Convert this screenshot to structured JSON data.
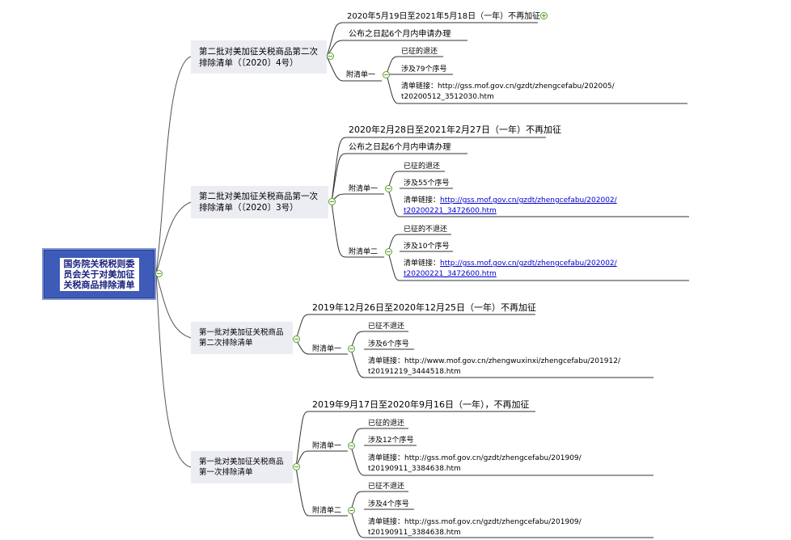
{
  "root": {
    "title": "国务院关税税则委员会关于对美加征关税商品排除清单"
  },
  "branches": [
    {
      "title": "第二批对美加征关税商品第二次排除清单（〔2020〕4号）",
      "period": "2020年5月19日至2021年5月18日（一年）不再加征",
      "apply": "公布之日起6个月内申请办理",
      "lists": [
        {
          "label": "附清单一",
          "refund": "已征的退还",
          "items": "涉及79个序号",
          "link_prefix": "清单链接：",
          "link_1": "http://gss.mof.gov.cn/gzdt/zhengcefabu/202005/",
          "link_2": "t20200512_3512030.htm"
        }
      ]
    },
    {
      "title": "第二批对美加征关税商品第一次排除清单（〔2020〕3号）",
      "period": "2020年2月28日至2021年2月27日（一年）不再加征",
      "apply": "公布之日起6个月内申请办理",
      "lists": [
        {
          "label": "附清单一",
          "refund": "已征的退还",
          "items": "涉及55个序号",
          "link_prefix": "清单链接：",
          "link_1": "http://gss.mof.gov.cn/gzdt/zhengcefabu/202002/",
          "link_2": "t20200221_3472600.htm"
        },
        {
          "label": "附清单二",
          "refund": "已征的不退还",
          "items": "涉及10个序号",
          "link_prefix": "清单链接：",
          "link_1": "http://gss.mof.gov.cn/gzdt/zhengcefabu/202002/",
          "link_2": "t20200221_3472600.htm"
        }
      ]
    },
    {
      "title": "第一批对美加征关税商品第二次排除清单",
      "period": "2019年12月26日至2020年12月25日（一年）不再加征",
      "lists": [
        {
          "label": "附清单一",
          "refund": "已征不退还",
          "items": "涉及6个序号",
          "link_prefix": "清单链接：",
          "link_1": "http://www.mof.gov.cn/zhengwuxinxi/zhengcefabu/201912/",
          "link_2": "t20191219_3444518.htm"
        }
      ]
    },
    {
      "title": "第一批对美加征关税商品第一次排除清单",
      "period": "2019年9月17日至2020年9月16日（一年），不再加征",
      "lists": [
        {
          "label": "附清单一",
          "refund": "已征的退还",
          "items": "涉及12个序号",
          "link_prefix": "清单链接：",
          "link_1": "http://gss.mof.gov.cn/gzdt/zhengcefabu/201909/",
          "link_2": "t20190911_3384638.htm"
        },
        {
          "label": "附清单二",
          "refund": "已征不退还",
          "items": "涉及4个序号",
          "link_prefix": "清单链接：",
          "link_1": "http://gss.mof.gov.cn/gzdt/zhengcefabu/201909/",
          "link_2": "t20190911_3384638.htm"
        }
      ]
    }
  ],
  "icons": {
    "expand": "expand-plus-icon",
    "collapse": "collapse-minus-icon"
  },
  "colors": {
    "root_fill": "#3f5bb8",
    "branch_fill": "#ecedf3",
    "toggle": "#5aa02c",
    "link": "#0000cc"
  }
}
